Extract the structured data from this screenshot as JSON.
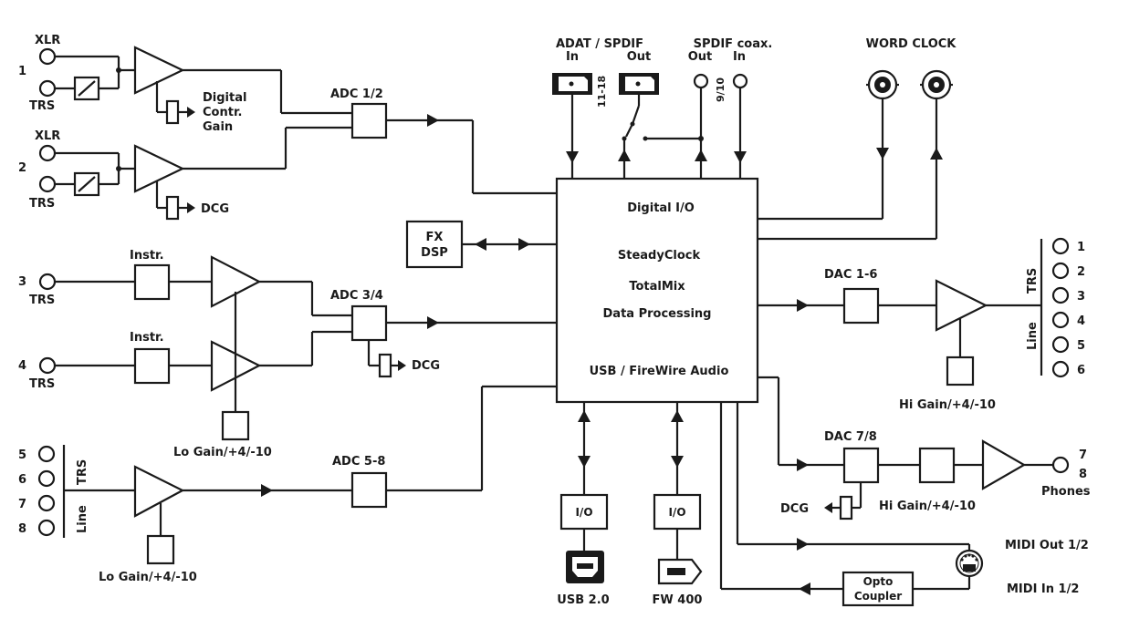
{
  "inputs": {
    "xlr": "XLR",
    "trs": "TRS",
    "ch1": "1",
    "ch2": "2",
    "ch3": "3",
    "ch4": "4",
    "instr": "Instr.",
    "dig_gain": [
      "Digital",
      "Contr.",
      "Gain"
    ],
    "dcg": "DCG",
    "lo_gain": "Lo Gain/+4/-10",
    "line": "Line",
    "in_5_8": [
      "5",
      "6",
      "7",
      "8"
    ]
  },
  "adc": {
    "adc12": "ADC 1/2",
    "adc34": "ADC 3/4",
    "adc58": "ADC 5-8"
  },
  "fx": [
    "FX",
    "DSP"
  ],
  "core": {
    "digital_io": "Digital I/O",
    "steadyclock": "SteadyClock",
    "totalmix": "TotalMix",
    "data_proc": "Data Processing",
    "usb_fw": "USB / FireWire Audio"
  },
  "top": {
    "adat_spdif": "ADAT / SPDIF",
    "in": "In",
    "out": "Out",
    "spdif_coax": "SPDIF coax.",
    "ch_11_18": "11-18",
    "ch_9_10": "9/10",
    "word_clock": "WORD CLOCK"
  },
  "bottom": {
    "io": "I/O",
    "usb": "USB 2.0",
    "fw": "FW 400"
  },
  "outputs": {
    "dac16": "DAC 1-6",
    "dac78": "DAC 7/8",
    "hi_gain": "Hi Gain/+4/-10",
    "trs": "TRS",
    "line": "Line",
    "out_nums": [
      "1",
      "2",
      "3",
      "4",
      "5",
      "6"
    ],
    "ph7": "7",
    "ph8": "8",
    "phones": "Phones",
    "dcg": "DCG",
    "midi_out": "MIDI Out 1/2",
    "midi_in": "MIDI In 1/2",
    "opto": [
      "Opto",
      "Coupler"
    ]
  }
}
